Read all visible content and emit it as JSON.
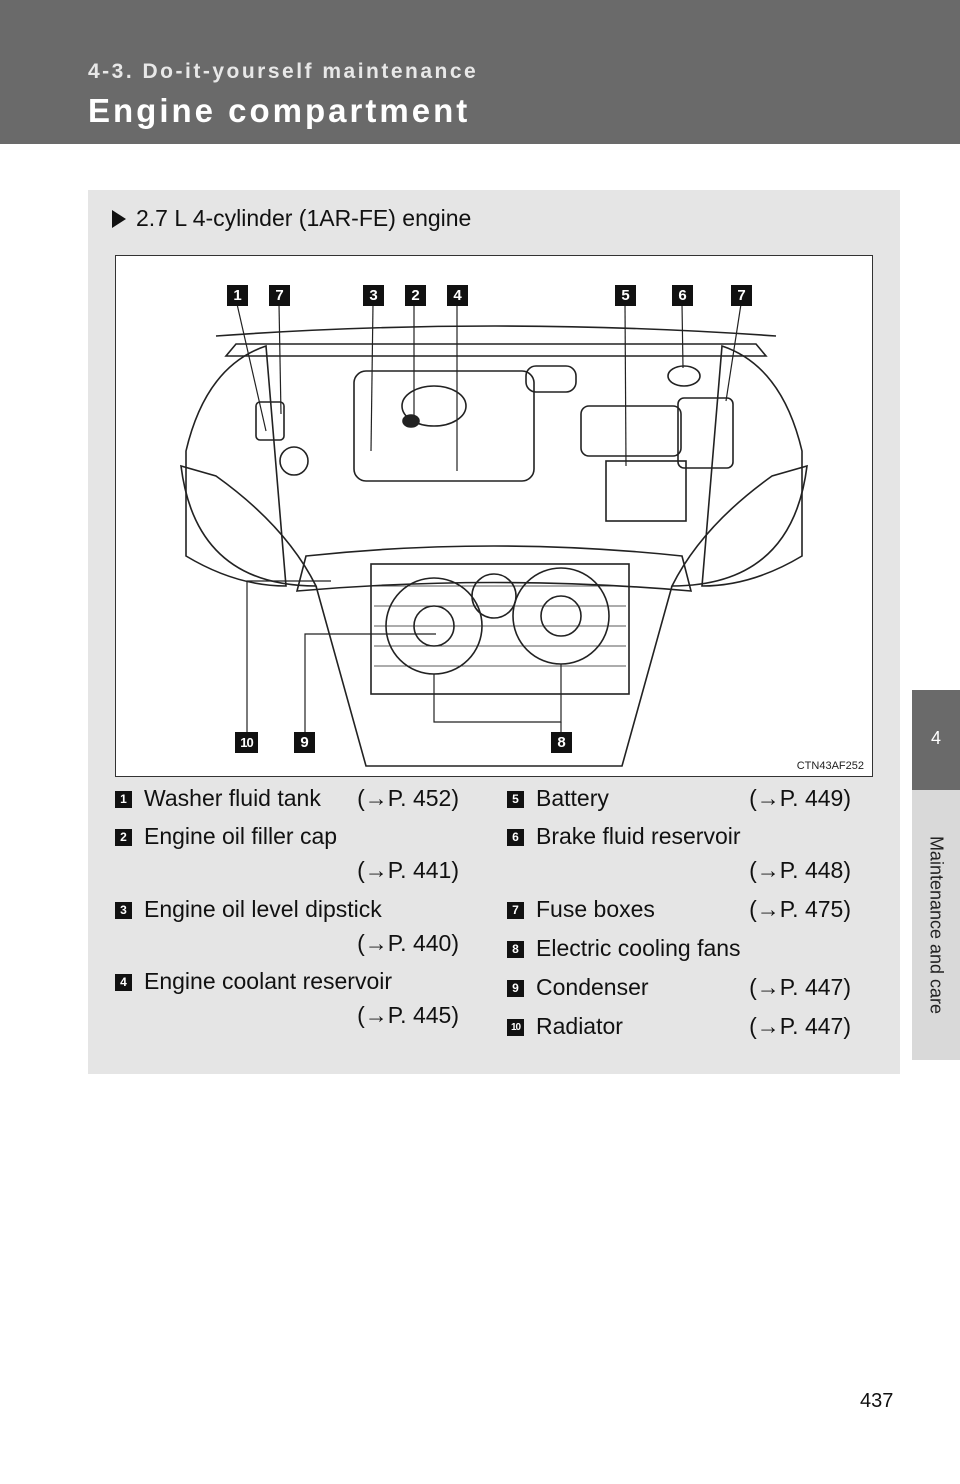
{
  "header": {
    "section": "4-3. Do-it-yourself maintenance",
    "title": "Engine compartment"
  },
  "side_tab": {
    "chapter": "4",
    "label": "Maintenance and care"
  },
  "subheading": "2.7 L 4-cylinder (1AR-FE) engine",
  "figure": {
    "code": "CTN43AF252",
    "markers": [
      "1",
      "7",
      "3",
      "2",
      "4",
      "5",
      "6",
      "7",
      "10",
      "9",
      "8"
    ]
  },
  "legend": [
    {
      "num": "1",
      "label": "Washer fluid tank",
      "ref": "(→P. 452)"
    },
    {
      "num": "2",
      "label": "Engine oil filler cap",
      "ref": "(→P. 441)"
    },
    {
      "num": "3",
      "label": "Engine oil level dipstick",
      "ref": "(→P. 440)"
    },
    {
      "num": "4",
      "label": "Engine coolant reservoir",
      "ref": "(→P. 445)"
    },
    {
      "num": "5",
      "label": "Battery",
      "ref": "(→P. 449)"
    },
    {
      "num": "6",
      "label": "Brake fluid reservoir",
      "ref": "(→P. 448)"
    },
    {
      "num": "7",
      "label": "Fuse boxes",
      "ref": "(→P. 475)"
    },
    {
      "num": "8",
      "label": "Electric cooling fans",
      "ref": ""
    },
    {
      "num": "9",
      "label": "Condenser",
      "ref": "(→P. 447)"
    },
    {
      "num": "10",
      "label": "Radiator",
      "ref": "(→P. 447)"
    }
  ],
  "page_number": "437"
}
